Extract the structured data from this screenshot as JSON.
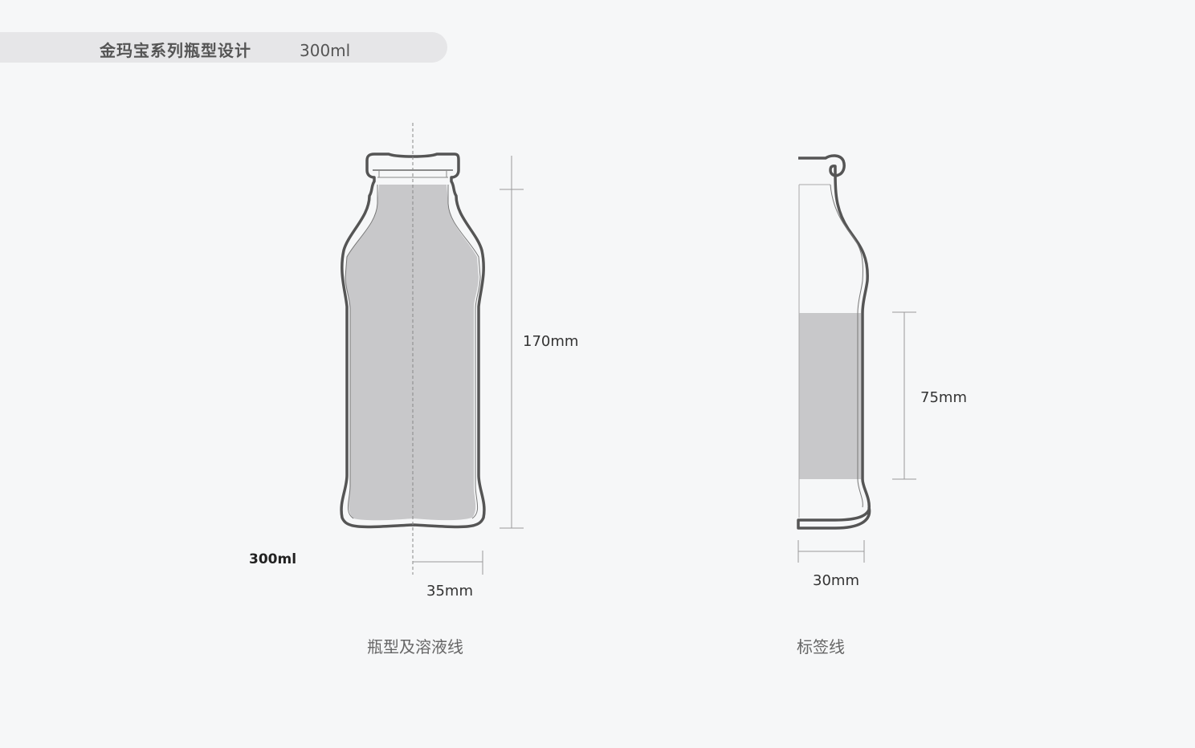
{
  "header": {
    "title": "金玛宝系列瓶型设计",
    "volume": "300ml"
  },
  "front_view": {
    "height_dimension": "170mm",
    "half_width_dimension": "35mm",
    "volume_label": "300ml",
    "caption": "瓶型及溶液线"
  },
  "side_view": {
    "label_height_dimension": "75mm",
    "width_dimension": "30mm",
    "caption": "标签线"
  },
  "colors": {
    "background": "#f6f7f8",
    "header_pill": "#e6e6e8",
    "bottle_outline": "#555555",
    "liquid_fill": "#c8c8ca",
    "dimension_line": "#9a9a9a"
  }
}
